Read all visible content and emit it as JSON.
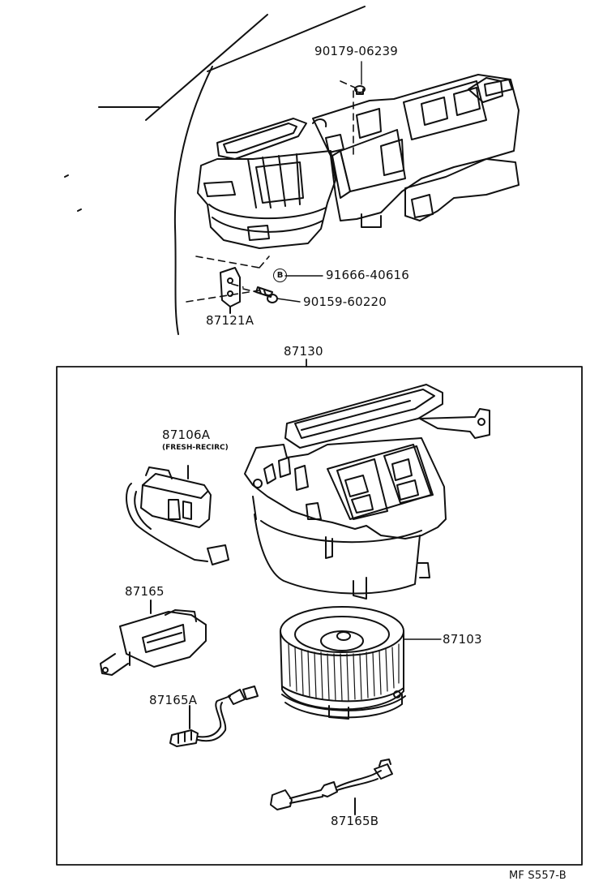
{
  "labels": {
    "p1": "90179-06239",
    "p2": "91666-40616",
    "p3": "90159-60220",
    "p4": "87121A",
    "assembly": "87130",
    "p5": "87106A",
    "p5_note": "(FRESH-RECIRC)",
    "p6": "87165",
    "p7": "87103",
    "p8": "87165A",
    "p9": "87165B"
  },
  "marker_b": "B",
  "footer_code": "MF S557-B"
}
